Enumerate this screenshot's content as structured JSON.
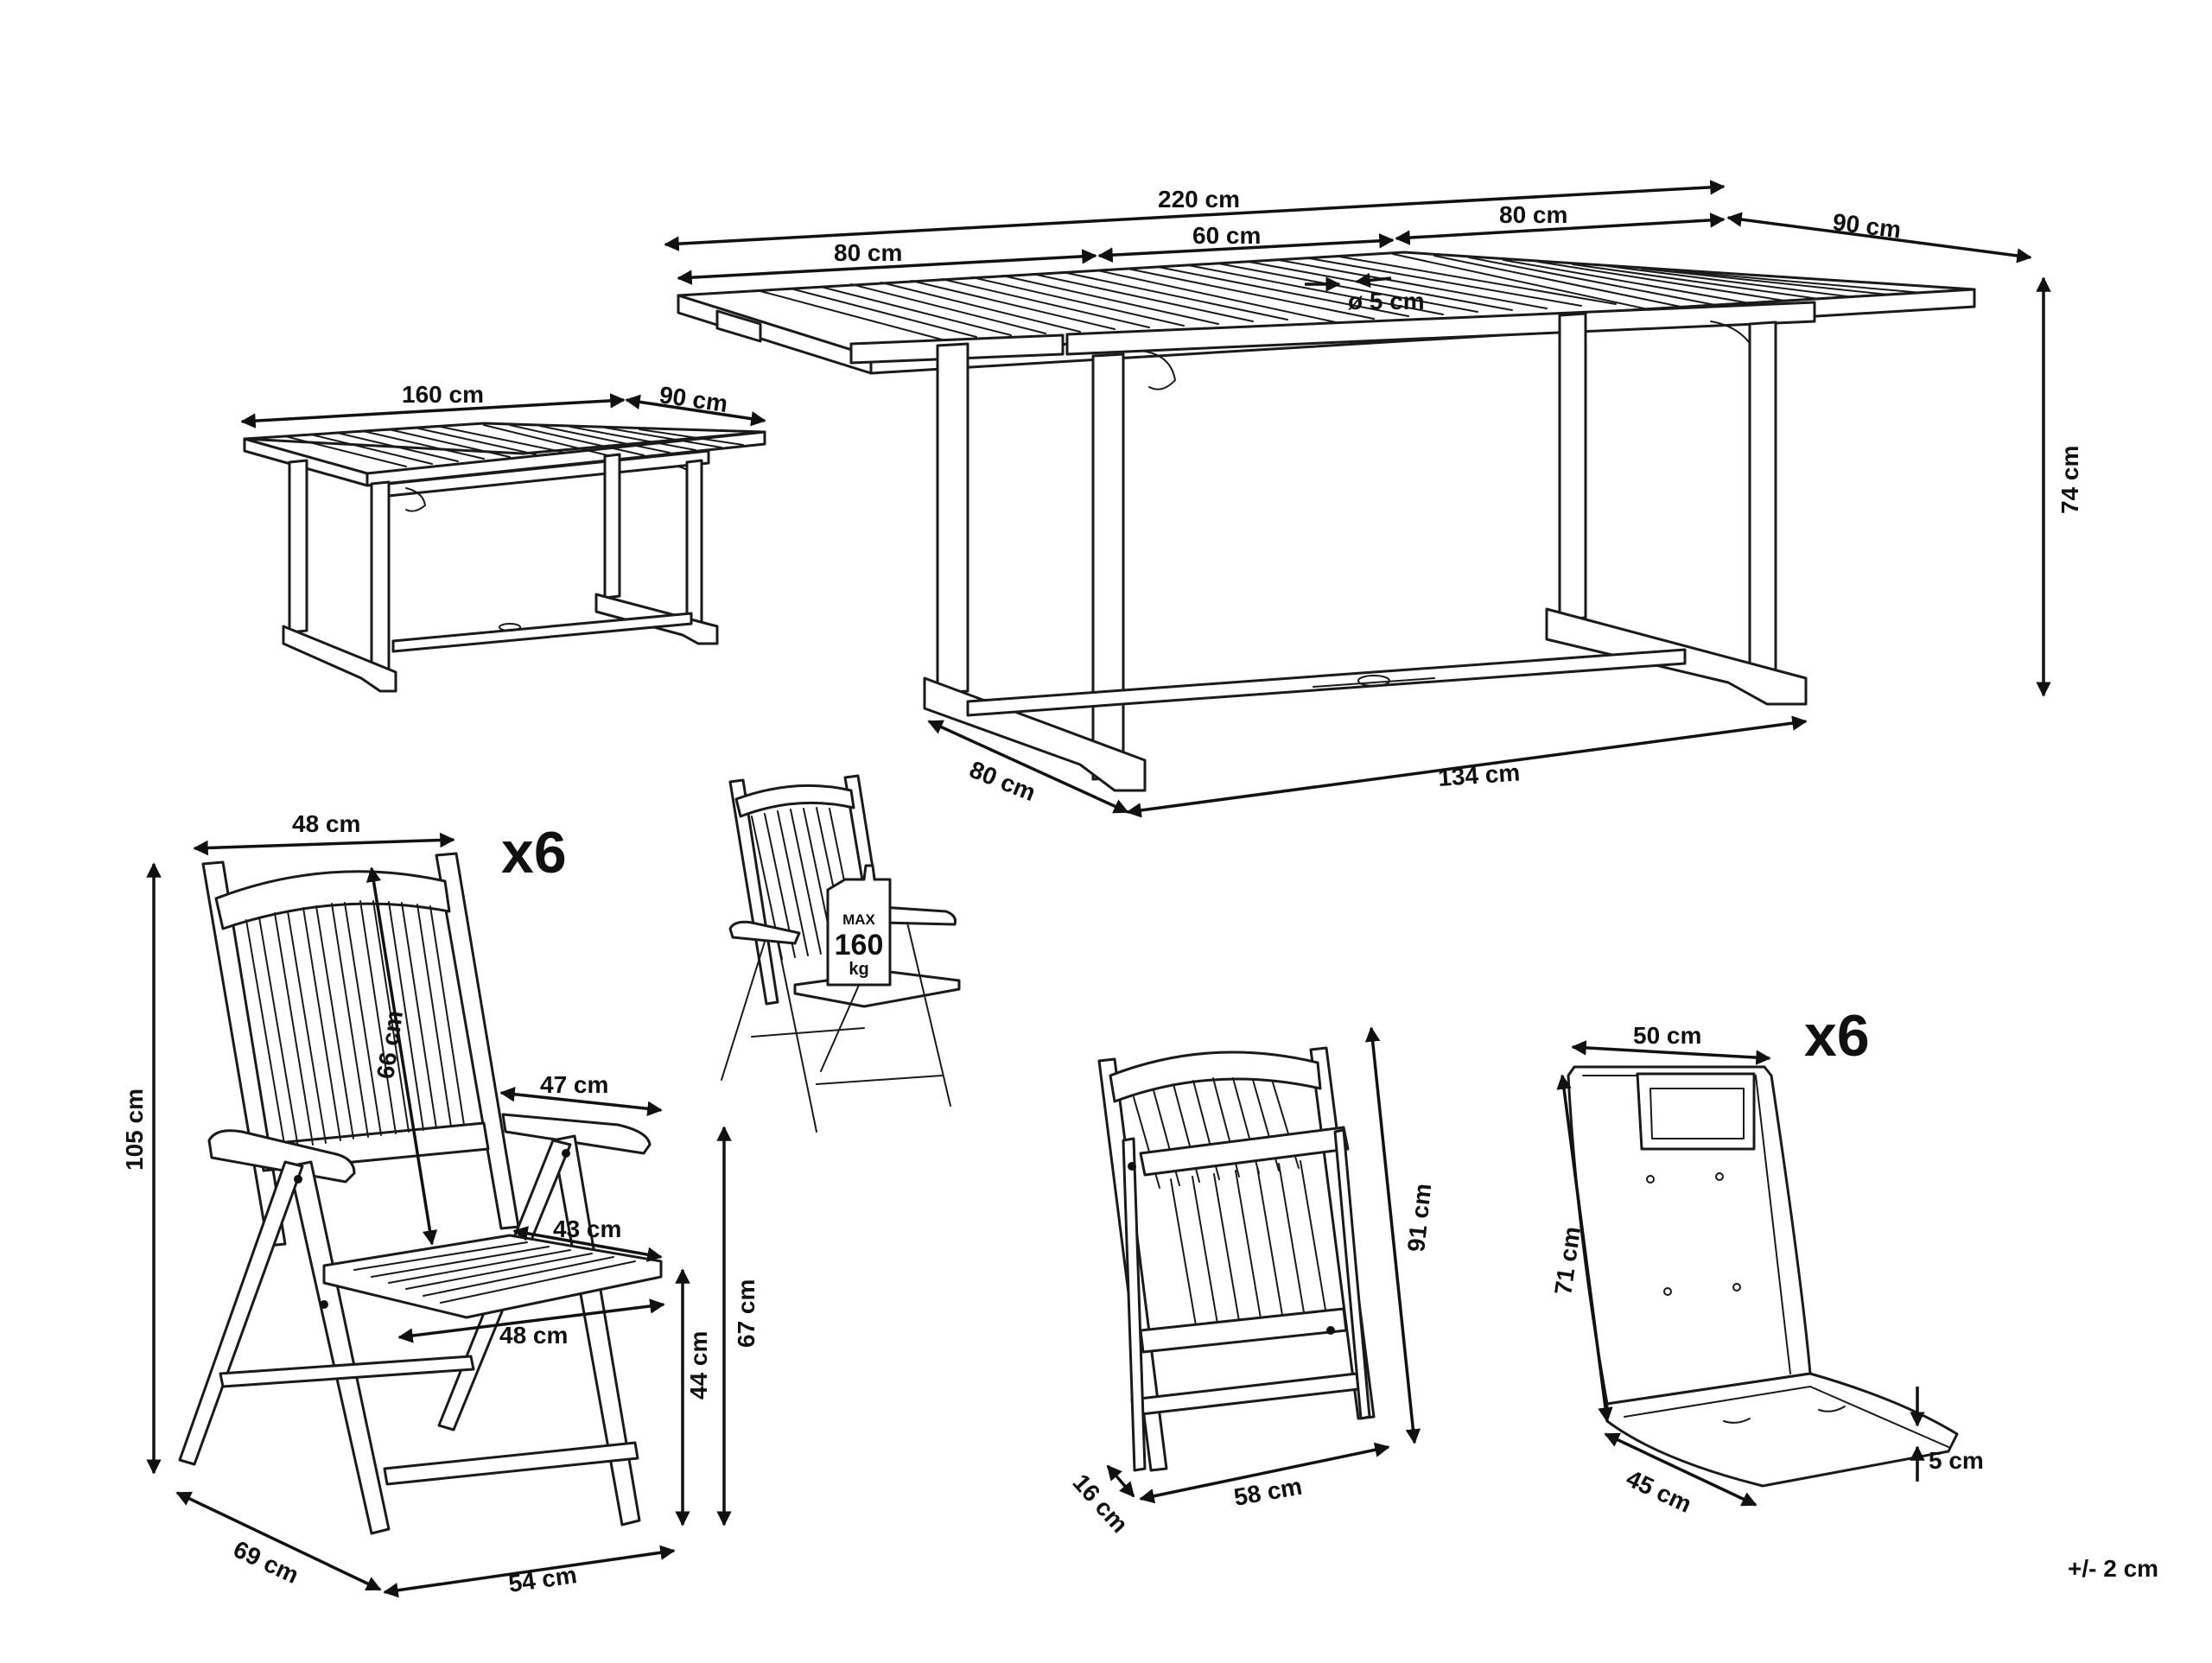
{
  "table_extended": {
    "length_total": "220 cm",
    "leaf_left": "80 cm",
    "leaf_middle": "60 cm",
    "leaf_right": "80 cm",
    "depth": "90 cm",
    "height": "74 cm",
    "umbrella_hole": "ø 5 cm",
    "frame_length": "134 cm",
    "frame_depth": "80 cm"
  },
  "table_compact": {
    "length": "160 cm",
    "depth": "90 cm"
  },
  "chair": {
    "quantity": "x6",
    "top_width": "48 cm",
    "height": "105 cm",
    "backrest_height": "66 cm",
    "armrest_depth": "47 cm",
    "seat_depth": "43 cm",
    "seat_width": "48 cm",
    "seat_height": "44 cm",
    "armrest_height": "67 cm",
    "depth": "69 cm",
    "width": "54 cm"
  },
  "load_badge": {
    "label": "MAX",
    "value": "160",
    "unit": "kg"
  },
  "folded_chair": {
    "height": "91 cm",
    "width": "58 cm",
    "thickness": "16 cm"
  },
  "cushion": {
    "quantity": "x6",
    "width": "50 cm",
    "back_height": "71 cm",
    "seat_depth": "45 cm",
    "thickness": "5 cm"
  },
  "tolerance": "+/- 2 cm"
}
